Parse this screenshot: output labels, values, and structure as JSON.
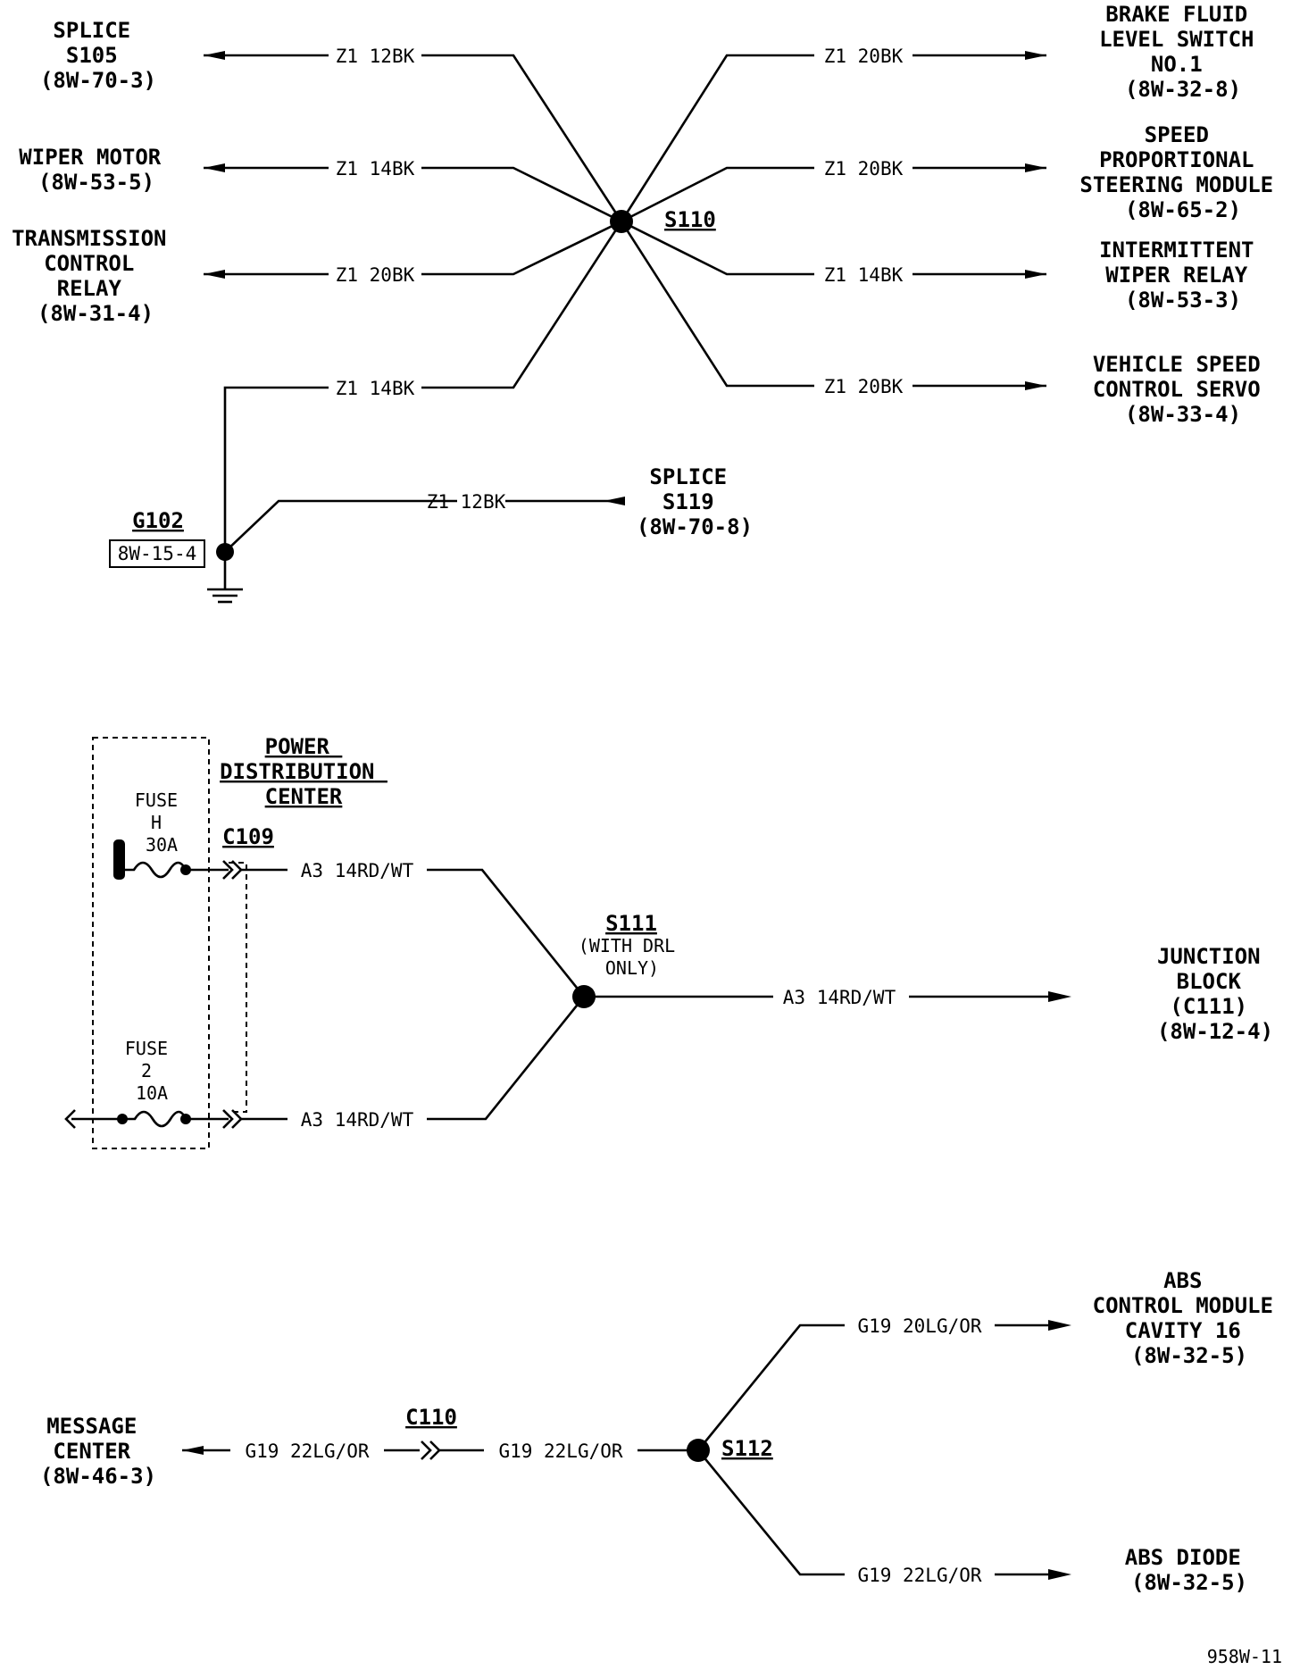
{
  "section1": {
    "splice_s110": "S110",
    "left_components": [
      {
        "lines": [
          "SPLICE",
          "S105",
          "(8W-70-3)"
        ],
        "wire": "Z1 12BK"
      },
      {
        "lines": [
          "WIPER MOTOR",
          "(8W-53-5)"
        ],
        "wire": "Z1 14BK"
      },
      {
        "lines": [
          "TRANSMISSION",
          "CONTROL",
          "RELAY",
          "(8W-31-4)"
        ],
        "wire": "Z1 20BK"
      },
      {
        "lines": [],
        "wire": "Z1 14BK"
      }
    ],
    "right_components": [
      {
        "lines": [
          "BRAKE FLUID",
          "LEVEL SWITCH",
          "NO.1",
          "(8W-32-8)"
        ],
        "wire": "Z1 20BK"
      },
      {
        "lines": [
          "SPEED",
          "PROPORTIONAL",
          "STEERING MODULE",
          "(8W-65-2)"
        ],
        "wire": "Z1 20BK"
      },
      {
        "lines": [
          "INTERMITTENT",
          "WIPER RELAY",
          "(8W-53-3)"
        ],
        "wire": "Z1 14BK"
      },
      {
        "lines": [
          "VEHICLE SPEED",
          "CONTROL SERVO",
          "(8W-33-4)"
        ],
        "wire": "Z1 20BK"
      }
    ],
    "ground": {
      "label": "G102",
      "ref": "8W-15-4"
    },
    "s119": {
      "lines": [
        "SPLICE",
        "S119",
        "(8W-70-8)"
      ],
      "wire": "Z1 12BK"
    }
  },
  "section2": {
    "pdc_lines": [
      "POWER",
      "DISTRIBUTION",
      "CENTER"
    ],
    "connector": "C109",
    "fuse_h": [
      "FUSE",
      "H",
      "30A"
    ],
    "fuse_2": [
      "FUSE",
      "2",
      "10A"
    ],
    "wire_top": "A3 14RD/WT",
    "wire_bottom": "A3 14RD/WT",
    "wire_out": "A3 14RD/WT",
    "splice": "S111",
    "splice_note": [
      "(WITH DRL",
      "ONLY)"
    ],
    "junction": [
      "JUNCTION",
      "BLOCK",
      "(C111)",
      "(8W-12-4)"
    ]
  },
  "section3": {
    "message_center": [
      "MESSAGE",
      "CENTER",
      "(8W-46-3)"
    ],
    "wire_mc": "G19 22LG/OR",
    "connector": "C110",
    "wire_mid": "G19 22LG/OR",
    "splice": "S112",
    "abs_module": [
      "ABS",
      "CONTROL MODULE",
      "CAVITY 16",
      "(8W-32-5)"
    ],
    "wire_abs_module": "G19 20LG/OR",
    "abs_diode": [
      "ABS DIODE",
      "(8W-32-5)"
    ],
    "wire_abs_diode": "G19 22LG/OR"
  },
  "figure_id": "958W-11"
}
